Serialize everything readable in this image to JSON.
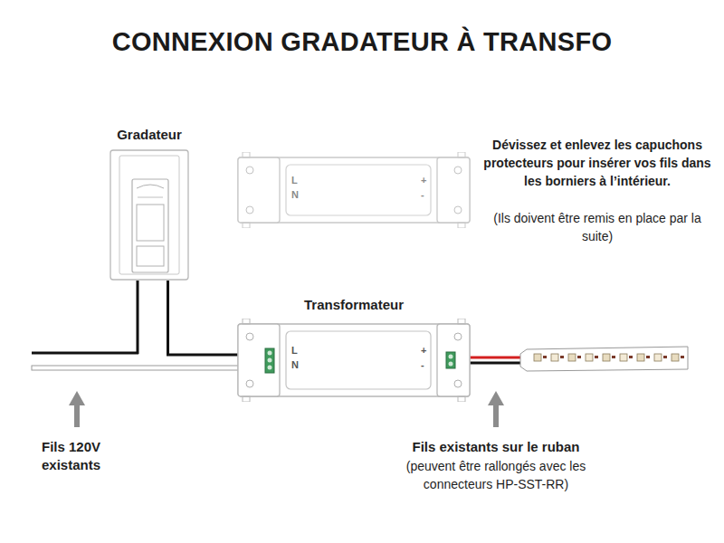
{
  "diagram": {
    "title": "CONNEXION GRADATEUR À TRANSFO",
    "nodes": [
      {
        "text": [
          "Gradateur"
        ]
      },
      {
        "text": [
          "L",
          "N",
          "+",
          "-"
        ]
      },
      {
        "text": [
          "Transformateur",
          "L",
          "N",
          "+",
          "-"
        ]
      }
    ],
    "edges": [
      {
        "from": 0,
        "to": 2,
        "arrow": "none"
      }
    ],
    "labels": [
      "Dévissez et enlevez les capuchons protecteurs pour insérer vos fils dans les borniers à l’intérieur.",
      "(Ils doivent être remis en place par la suite)",
      "Fils 120V existants",
      "Fils existants sur le ruban",
      "(peuvent être rallongés avec les connecteurs HP-SST-RR)"
    ]
  }
}
